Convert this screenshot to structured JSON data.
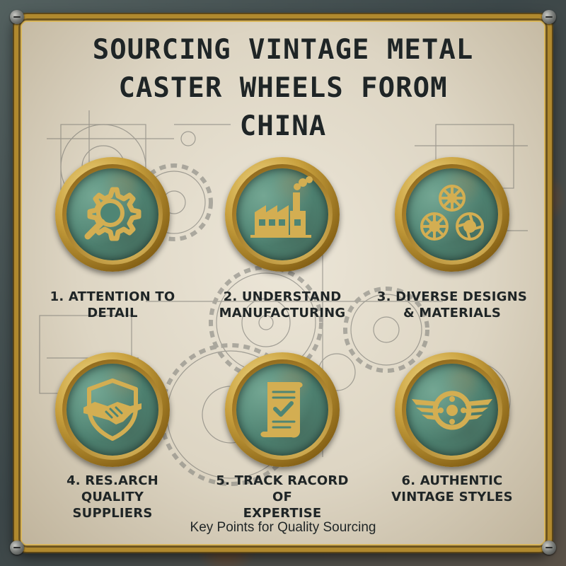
{
  "title": {
    "lines": [
      "SOURCING VINTAGE METAL",
      "CASTER WHEELS FOROM",
      "CHINA"
    ]
  },
  "items": [
    {
      "label_lines": [
        "1. ATTENTION TO",
        "DETAIL"
      ],
      "icon": "gear-magnifier-icon"
    },
    {
      "label_lines": [
        "2. UNDERSTAND",
        "MANUFACTURING"
      ],
      "icon": "factory-icon"
    },
    {
      "label_lines": [
        "3. DIVERSE DESIGNS",
        "& MATERIALS"
      ],
      "icon": "wheels-icon"
    },
    {
      "label_lines": [
        "4. RES.ARCH QUALITY",
        "SUPPLIERS"
      ],
      "icon": "handshake-shield-icon"
    },
    {
      "label_lines": [
        "5. TRACK RACORD OF",
        "EXPERTISE"
      ],
      "icon": "certificate-scroll-icon"
    },
    {
      "label_lines": [
        "6. AUTHENTIC",
        "VINTAGE STYLES"
      ],
      "icon": "winged-wheel-icon"
    }
  ],
  "footer": "Key Points for Quality Sourcing",
  "colors": {
    "gold": "#c9a13e",
    "patina": "#4f8574",
    "ink": "#1f2526",
    "paper": "#e4ddcc"
  }
}
